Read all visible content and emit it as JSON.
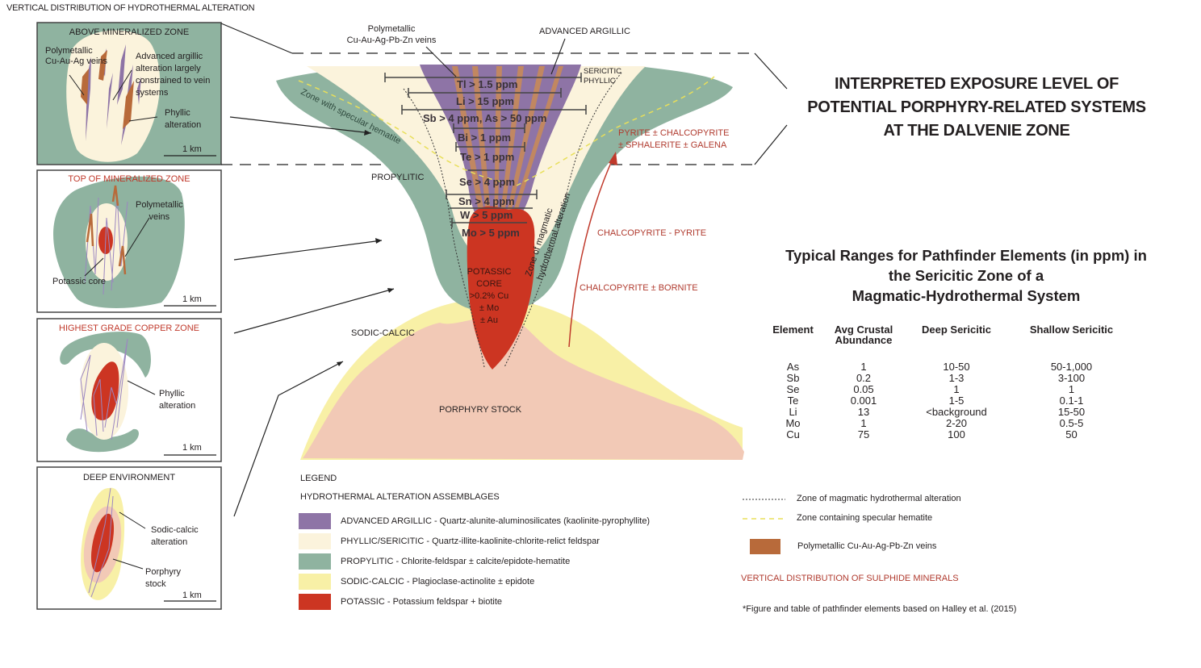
{
  "header": {
    "title": "VERTICAL DISTRIBUTION OF HYDROTHERMAL ALTERATION"
  },
  "panels": [
    {
      "title": "ABOVE MINERALIZED ZONE",
      "title_color": "#231f20",
      "labels": [
        "Polymetallic",
        "Cu-Au-Ag veins",
        "Advanced argillic",
        "alteration largely",
        "constrained to vein",
        "systems",
        "Phyllic",
        "alteration"
      ],
      "scale": "1 km"
    },
    {
      "title": "TOP OF MINERALIZED ZONE",
      "title_color": "#c0392b",
      "labels": [
        "Polymetallic",
        "veins",
        "Potassic core"
      ],
      "scale": "1 km"
    },
    {
      "title": "HIGHEST GRADE COPPER ZONE",
      "title_color": "#c0392b",
      "labels": [
        "Phyllic",
        "alteration"
      ],
      "scale": "1 km"
    },
    {
      "title": "DEEP ENVIRONMENT",
      "title_color": "#231f20",
      "labels": [
        "Sodic-calcic",
        "alteration",
        "Porphyry",
        "stock"
      ],
      "scale": "1 km"
    }
  ],
  "cross_section": {
    "veins_label": [
      "Polymetallic",
      "Cu-Au-Ag-Pb-Zn veins"
    ],
    "advanced_argillic_label": "ADVANCED ARGILLIC",
    "sericitic_label": [
      "SERICITIC",
      "PHYLLIC"
    ],
    "specular_label": "Zone with specular hematite",
    "propylitic_label": "PROPYLITIC",
    "sodic_label": "SODIC-CALCIC",
    "porphyry_label": "PORPHYRY STOCK",
    "potassic_label": [
      "POTASSIC",
      "CORE",
      ">0.2% Cu",
      "± Mo",
      "± Au"
    ],
    "magmatic_zone_label": [
      "Zone of magmatic",
      "hydrothermal alteration"
    ],
    "thresholds": [
      "Tl > 1.5 ppm",
      "Li > 15 ppm",
      "Sb > 4 ppm, As > 50 ppm",
      "Bi > 1 ppm",
      "Te > 1 ppm",
      "Se > 4 ppm",
      "Sn > 4 ppm",
      "W > 5 ppm",
      "Mo > 5 ppm"
    ],
    "sulphides": [
      "PYRITE ± CHALCOPYRITE",
      "± SPHALERITE ± GALENA",
      "CHALCOPYRITE - PYRITE",
      "CHALCOPYRITE ± BORNITE"
    ]
  },
  "exposure_title": [
    "INTERPRETED EXPOSURE LEVEL OF",
    "POTENTIAL PORPHYRY-RELATED SYSTEMS",
    "AT THE DALVENIE ZONE"
  ],
  "pathfinder_table": {
    "title": [
      "Typical Ranges for Pathfinder Elements (in ppm) in",
      "the Sericitic Zone of a",
      "Magmatic-Hydrothermal System"
    ],
    "headers": [
      "Element",
      "Avg Crustal Abundance",
      "Deep Sericitic",
      "Shallow Sericitic"
    ],
    "rows": [
      [
        "As",
        "1",
        "10-50",
        "50-1,000"
      ],
      [
        "Sb",
        "0.2",
        "1-3",
        "3-100"
      ],
      [
        "Se",
        "0.05",
        "1",
        "1"
      ],
      [
        "Te",
        "0.001",
        "1-5",
        "0.1-1"
      ],
      [
        "Li",
        "13",
        "<background",
        "15-50"
      ],
      [
        "Mo",
        "1",
        "2-20",
        "0.5-5"
      ],
      [
        "Cu",
        "75",
        "100",
        "50"
      ]
    ]
  },
  "legend": {
    "title": "LEGEND",
    "subtitle": "HYDROTHERMAL ALTERATION ASSEMBLAGES",
    "items": [
      {
        "label": "ADVANCED ARGILLIC - Quartz-alunite-aluminosilicates (kaolinite-pyrophyllite)",
        "color": "#8e74a6"
      },
      {
        "label": "PHYLLIC/SERICITIC -  Quartz-illite-kaolinite-chlorite-relict feldspar",
        "color": "#fbf3dc"
      },
      {
        "label": "PROPYLITIC - Chlorite-feldspar ± calcite/epidote-hematite",
        "color": "#8fb3a0"
      },
      {
        "label": "SODIC-CALCIC - Plagioclase-actinolite ± epidote",
        "color": "#f8f0a6"
      },
      {
        "label": "POTASSIC - Potassium feldspar + biotite",
        "color": "#cc3522"
      }
    ],
    "lines": [
      {
        "label": "Zone of magmatic hydrothermal alteration",
        "style": "dotted"
      },
      {
        "label": "Zone containing specular hematite",
        "style": "dashed-yellow"
      }
    ],
    "veins": {
      "label": "Polymetallic Cu-Au-Ag-Pb-Zn veins",
      "color": "#b86a3a"
    },
    "sulphide_heading": "VERTICAL DISTRIBUTION OF SULPHIDE MINERALS",
    "footnote": "*Figure and table of pathfinder elements based on Halley et al. (2015)"
  },
  "colors": {
    "propylitic": "#8fb3a0",
    "phyllic": "#fbf3dc",
    "argillic": "#8e74a6",
    "sodic": "#f8f0a6",
    "potassic": "#cc3522",
    "porphyry": "#f2c9b6",
    "veins": "#b86a3a",
    "sulphide_text": "#b03a2e"
  }
}
